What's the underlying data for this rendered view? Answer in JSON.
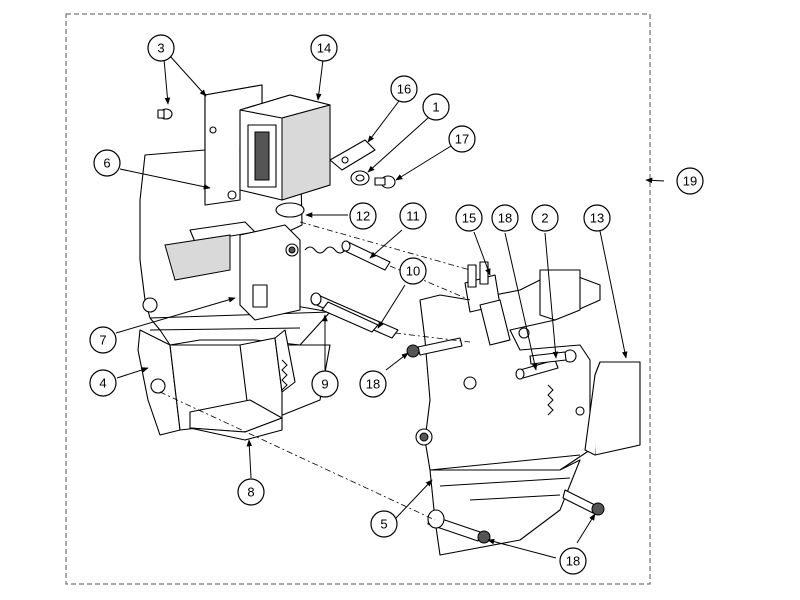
{
  "callouts": [
    {
      "id": "c1",
      "label": "1"
    },
    {
      "id": "c2",
      "label": "2"
    },
    {
      "id": "c3",
      "label": "3"
    },
    {
      "id": "c4",
      "label": "4"
    },
    {
      "id": "c5",
      "label": "5"
    },
    {
      "id": "c6",
      "label": "6"
    },
    {
      "id": "c7",
      "label": "7"
    },
    {
      "id": "c8",
      "label": "8"
    },
    {
      "id": "c9",
      "label": "9"
    },
    {
      "id": "c10",
      "label": "10"
    },
    {
      "id": "c11",
      "label": "11"
    },
    {
      "id": "c12",
      "label": "12"
    },
    {
      "id": "c13",
      "label": "13"
    },
    {
      "id": "c14",
      "label": "14"
    },
    {
      "id": "c15",
      "label": "15"
    },
    {
      "id": "c16",
      "label": "16"
    },
    {
      "id": "c17",
      "label": "17"
    },
    {
      "id": "c18a",
      "label": "18"
    },
    {
      "id": "c18b",
      "label": "18"
    },
    {
      "id": "c18c",
      "label": "18"
    },
    {
      "id": "c19",
      "label": "19"
    }
  ]
}
